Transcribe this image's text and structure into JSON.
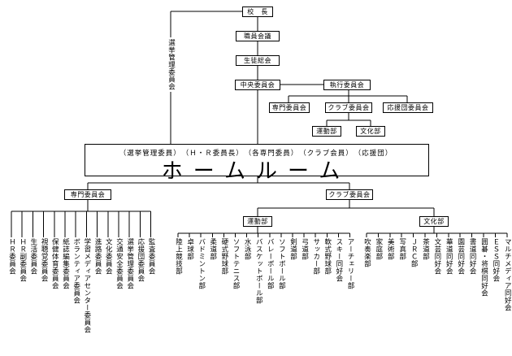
{
  "top_chain": {
    "principal": "校　長",
    "staff_meeting": "職員会議",
    "general_assembly": "生徒総会",
    "central_committee": "中央委員会"
  },
  "election_committee_label": "選挙管理委員会",
  "executive": {
    "label": "執行委員会",
    "children": {
      "specialist": "専門委員会",
      "club": "クラブ委員会",
      "cheer": "応援団委員会"
    },
    "sports": "運動部",
    "culture": "文化部"
  },
  "homeroom": {
    "subtitle": "（選挙管理委員）　（Ｈ・Ｒ委員長）　（各専門委員）　（クラブ会員）　（応援団）",
    "title": "ホームルーム"
  },
  "lower_specialist": {
    "label": "専門委員会",
    "items": [
      "ＨＲ委員会",
      "ＨＲ副委員会",
      "生活委員会",
      "視聴覚委員会",
      "保健体育委員会",
      "紙誌編集委員会",
      "ボランティア委員会",
      "学習メディアセンター委員会",
      "進路委員会",
      "文化委員会",
      "交通安全委員会",
      "選挙管理委員会",
      "応援団委員会",
      "監査委員会"
    ]
  },
  "lower_club": {
    "label": "クラブ委員会",
    "sports": {
      "label": "運動部",
      "items": [
        "陸上競技部",
        "卓球部",
        "バドミントン部",
        "柔道部",
        "硬式野球部",
        "ソフトテニス部",
        "水泳部",
        "バスケットボール部",
        "バレーボール部",
        "ソフトボール部",
        "剣道部",
        "弓道部",
        "サッカー部",
        "軟式野球部",
        "スキー同好会",
        "アーチェリー部"
      ]
    },
    "culture": {
      "label": "文化部",
      "items": [
        "吹奏楽部",
        "家庭部",
        "美術部",
        "写真部",
        "ＪＲＣ部",
        "茶道部",
        "文芸同好会",
        "華道同好会",
        "園芸同好会",
        "書道同好会",
        "囲碁・将棋同好会",
        "ＥＳＳ同好会",
        "マルチメディア同好会"
      ]
    }
  }
}
